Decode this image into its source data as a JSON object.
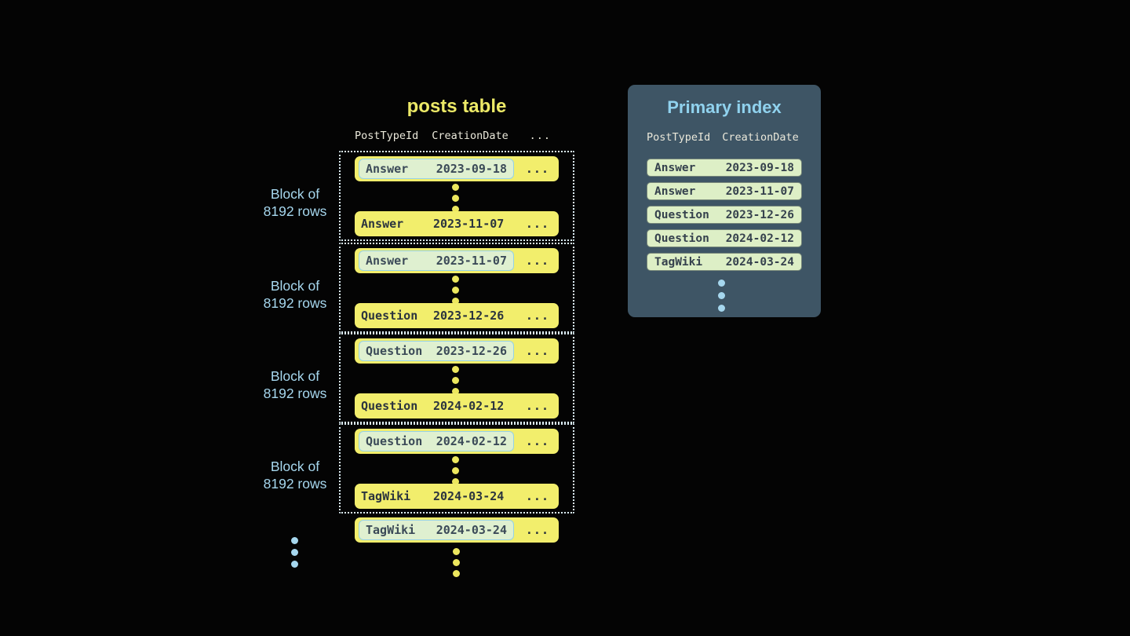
{
  "diagram": {
    "posts_table": {
      "title": "posts table",
      "header": {
        "col1": "PostTypeId",
        "col2": "CreationDate",
        "more": "..."
      },
      "block_label": {
        "line1": "Block of",
        "line2": "8192 rows"
      },
      "row_more": "...",
      "blocks": [
        {
          "first_row": {
            "post_type": "Answer",
            "creation_date": "2023-09-18"
          },
          "last_row": {
            "post_type": "Answer",
            "creation_date": "2023-11-07"
          }
        },
        {
          "first_row": {
            "post_type": "Answer",
            "creation_date": "2023-11-07"
          },
          "last_row": {
            "post_type": "Question",
            "creation_date": "2023-12-26"
          }
        },
        {
          "first_row": {
            "post_type": "Question",
            "creation_date": "2023-12-26"
          },
          "last_row": {
            "post_type": "Question",
            "creation_date": "2024-02-12"
          }
        },
        {
          "first_row": {
            "post_type": "Question",
            "creation_date": "2024-02-12"
          },
          "last_row": {
            "post_type": "TagWiki",
            "creation_date": "2024-03-24"
          }
        }
      ],
      "overflow_row": {
        "post_type": "TagWiki",
        "creation_date": "2024-03-24"
      }
    },
    "primary_index": {
      "title": "Primary index",
      "header": {
        "col1": "PostTypeId",
        "col2": "CreationDate"
      },
      "rows": [
        {
          "post_type": "Answer",
          "creation_date": "2023-09-18"
        },
        {
          "post_type": "Answer",
          "creation_date": "2023-11-07"
        },
        {
          "post_type": "Question",
          "creation_date": "2023-12-26"
        },
        {
          "post_type": "Question",
          "creation_date": "2024-02-12"
        },
        {
          "post_type": "TagWiki",
          "creation_date": "2024-03-24"
        }
      ]
    },
    "colors": {
      "background": "#040404",
      "row_yellow": "#f2ee6c",
      "highlight_green": "#dff0d0",
      "highlight_border_cyan": "#96d2e6",
      "accent_blue": "#a6d7ee",
      "panel_slate": "#3e5565",
      "index_pill_green": "#ddefc6",
      "dotted_border": "#dcedf4",
      "dark_text": "#2b343e",
      "title_yellow": "#edea67"
    }
  }
}
